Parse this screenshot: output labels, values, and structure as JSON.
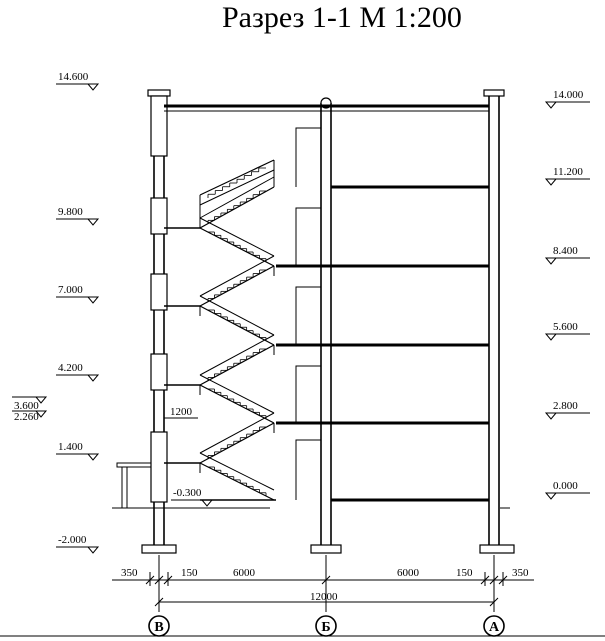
{
  "title": "Разрез 1-1 М 1:200",
  "left_levels": [
    "14.600",
    "9.800",
    "7.000",
    "4.200",
    "3.600",
    "2.260",
    "1.400",
    "-2.000"
  ],
  "right_levels": [
    "14.000",
    "11.200",
    "8.400",
    "5.600",
    "2.800",
    "0.000"
  ],
  "inner_labels": {
    "landing": "1200",
    "entry_level": "-0.300"
  },
  "dimensions": {
    "d1": "350",
    "d2": "150",
    "d3": "6000",
    "d4": "6000",
    "d5": "150",
    "d6": "350",
    "total": "12000"
  },
  "axes": [
    "В",
    "Б",
    "А"
  ]
}
